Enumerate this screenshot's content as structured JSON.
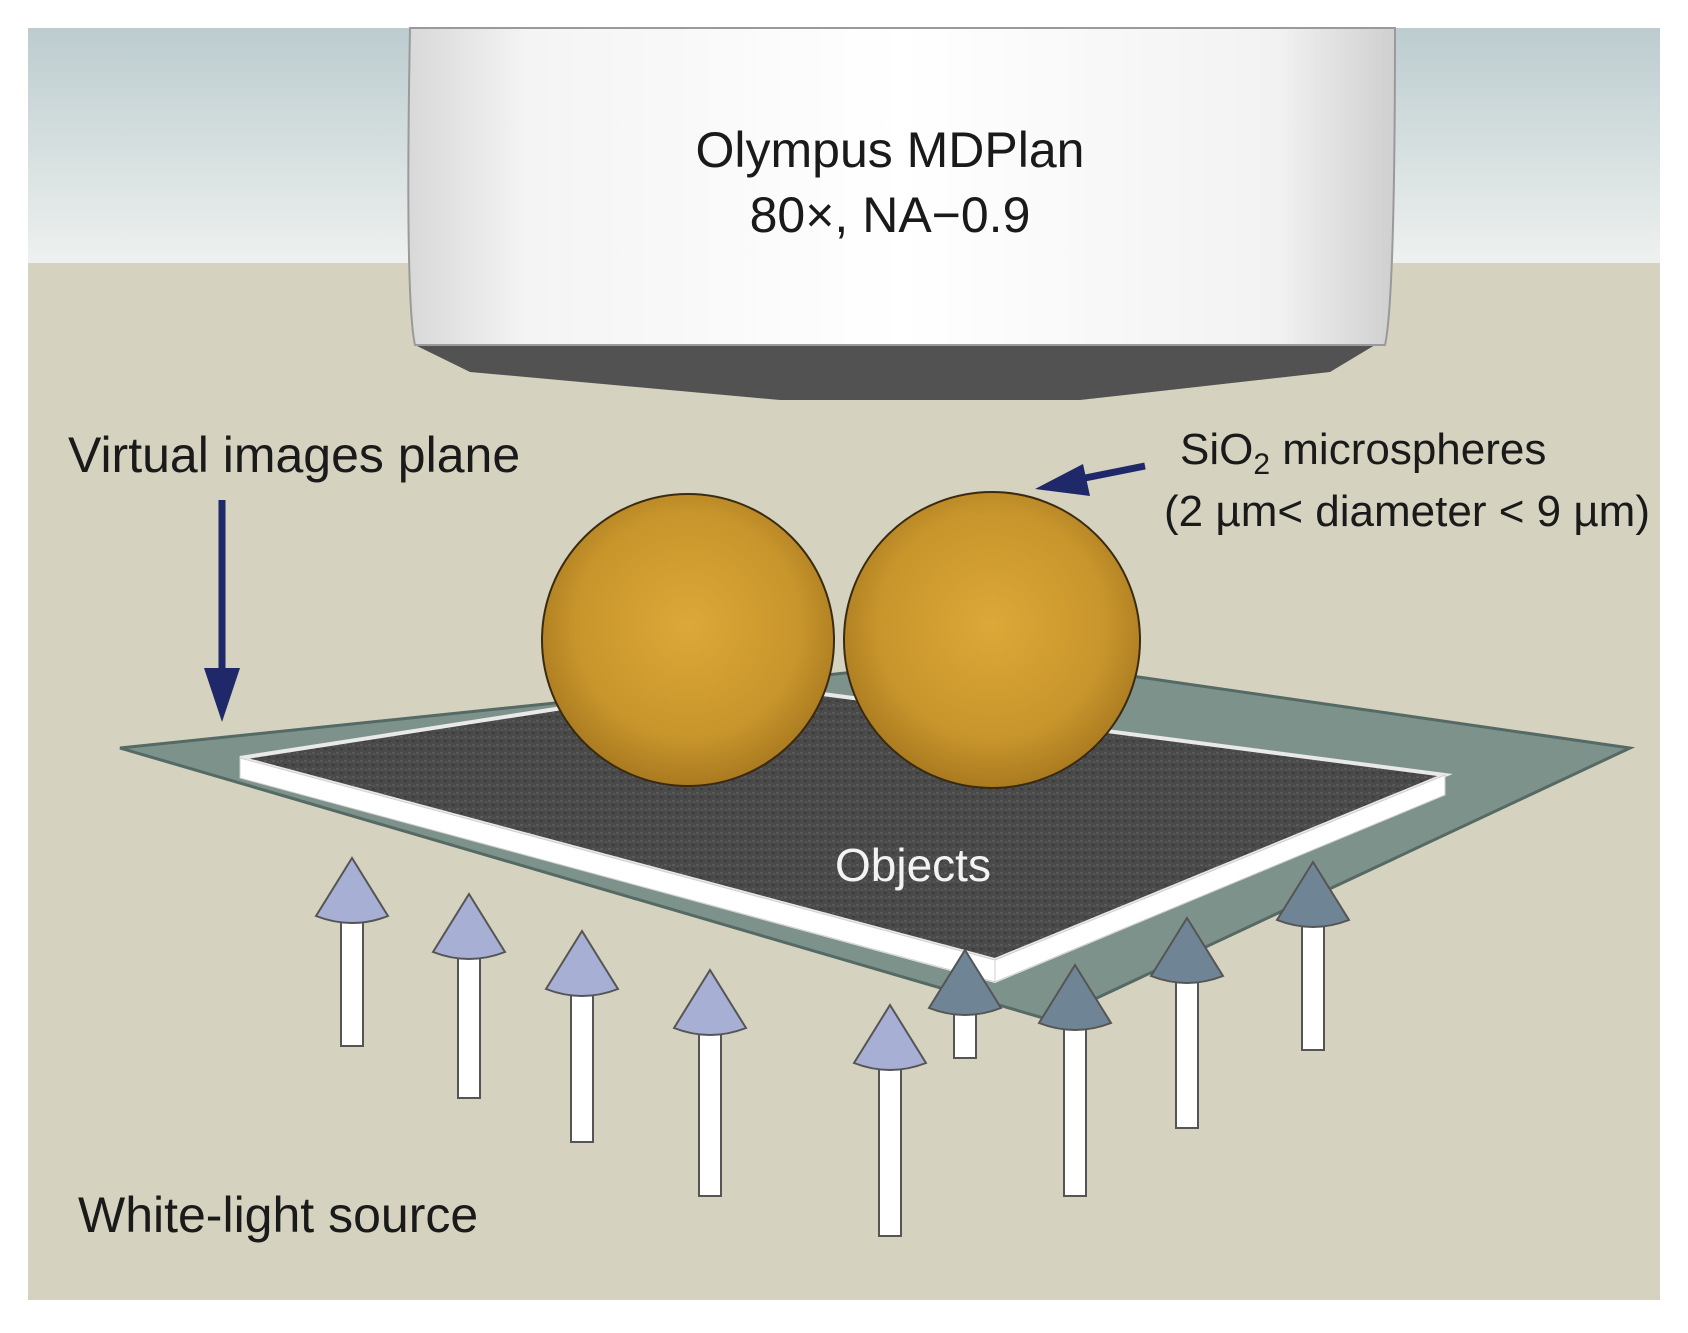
{
  "objective": {
    "line1": "Olympus MDPlan",
    "line2": "80×, NA−0.9"
  },
  "labels": {
    "virtual_plane": "Virtual images plane",
    "microspheres_pre": "SiO",
    "microspheres_sub": "2",
    "microspheres_post": " microspheres",
    "microspheres_range": "(2 µm< diameter < 9 µm)",
    "objects": "Objects",
    "light_source": "White-light source"
  },
  "colors": {
    "background": "#d5d3bf",
    "sky_top": "#bfcfd0",
    "objective_body": "#f7f7f7",
    "objective_tip": "#525252",
    "plane": "#7e928c",
    "sample": "#4a4a4a",
    "sphere": "#c8952c",
    "arrow_navy": "#1f2869",
    "light_arrow_head": "#a8afd4",
    "light_arrow_shaft": "#ffffff"
  }
}
